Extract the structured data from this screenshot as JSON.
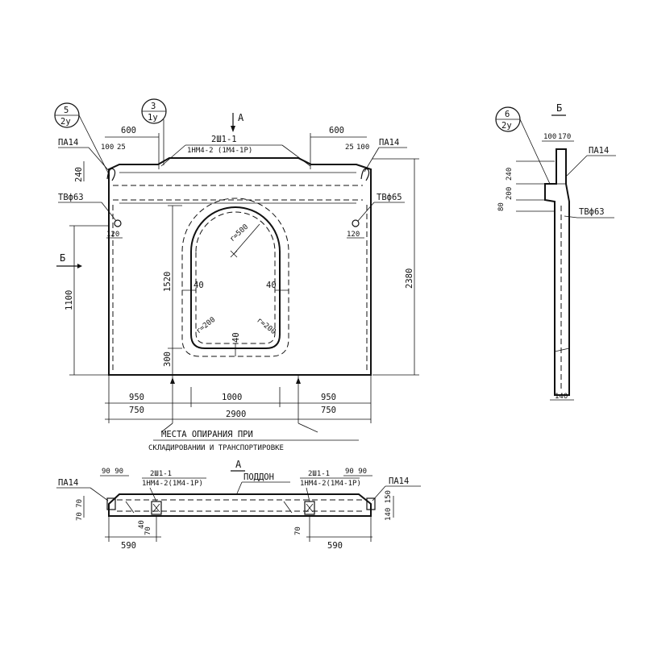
{
  "front_view": {
    "callout_left": {
      "top": "5",
      "bottom": "2у"
    },
    "callout_center": {
      "top": "3",
      "bottom": "1у"
    },
    "section_mark_a": "А",
    "dim_600_left": "600",
    "dim_600_right": "600",
    "beam_label_top": "2Ш1-1",
    "beam_label_bottom": "1НМ4-2 (1М4-1Р)",
    "pa14_left": "ПА14",
    "pa14_right": "ПА14",
    "dim_100_left": "100",
    "dim_25_left": "25",
    "dim_25_right": "25",
    "dim_100_right": "100",
    "dim_240": "240",
    "tv63_left": "ТВф63",
    "tv65_right": "ТВф65",
    "dim_120_left": "120",
    "dim_120_right": "120",
    "section_mark_b": "Б",
    "dim_1100": "1100",
    "dim_1520": "1520",
    "dim_2380": "2380",
    "dim_r500": "r=500",
    "dim_40_left": "40",
    "dim_40_right": "40",
    "dim_r200_left": "r=200",
    "dim_r200_right": "r=200",
    "dim_40_bottom": "40",
    "dim_300": "300",
    "dim_950_left": "950",
    "dim_1000": "1000",
    "dim_950_right": "950",
    "dim_750_left": "750",
    "dim_2900": "2900",
    "dim_750_right": "750",
    "support_note_line1": "МЕСТА ОПИРАНИЯ ПРИ",
    "support_note_line2": "СКЛАДИРОВАНИИ И ТРАНСПОРТИРОВКЕ"
  },
  "side_view": {
    "title": "Б",
    "callout": {
      "top": "6",
      "bottom": "2у"
    },
    "dim_100": "100",
    "dim_170": "170",
    "pa14": "ПА14",
    "dim_240": "240",
    "dim_200": "200",
    "dim_80": "80",
    "tv63": "ТВф63",
    "dim_140": "140"
  },
  "plan_view": {
    "title": "А",
    "poddon": "ПОДДОН",
    "dim_90_90_left": "90 90",
    "dim_90_90_right": "90 90",
    "beam_left_top": "2Ш1-1",
    "beam_left_bottom": "1НМ4-2(1М4-1Р)",
    "beam_right_top": "2Ш1-1",
    "beam_right_bottom": "1НМ4-2(1М4-1Р)",
    "pa14_left": "ПА14",
    "pa14_right": "ПА14",
    "dim_70_70": "70 70",
    "dim_40": "40",
    "dim_70_left": "70",
    "dim_70_right": "70",
    "dim_140_150": "140 150",
    "dim_590_left": "590",
    "dim_590_right": "590"
  }
}
